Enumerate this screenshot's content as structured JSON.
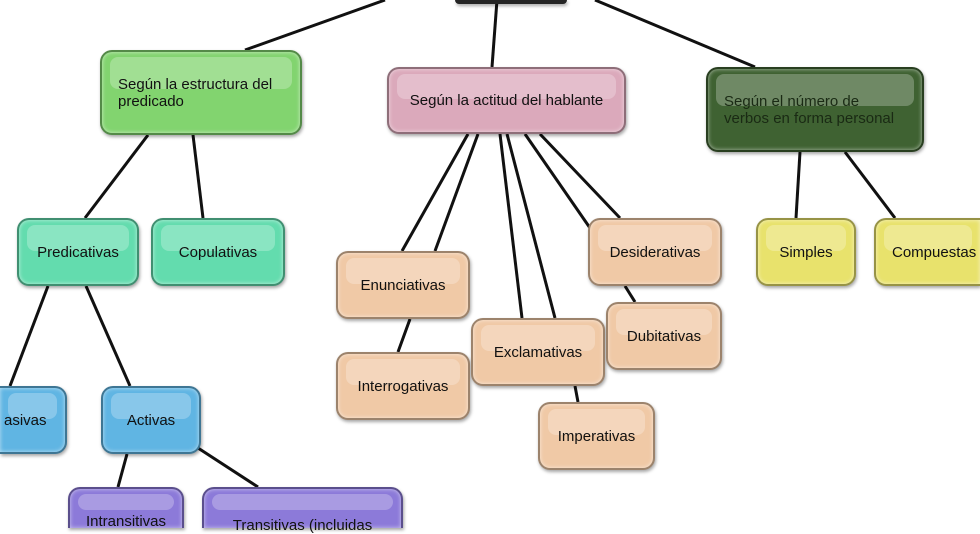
{
  "colors": {
    "root": "#3a3a3a",
    "estructura": "#82d46f",
    "actitud": "#dba9bb",
    "numero": "#3f6232",
    "predicativas": "#63dcae",
    "pasivas": "#60b5e3",
    "intransitivas": "#8c7ad9",
    "tan": "#f0c9a6",
    "yellow": "#e8e26c"
  },
  "nodes": {
    "estructura": "Según la estructura del predicado",
    "actitud": "Según la actitud del hablante",
    "numero": "Según el número de verbos en forma personal",
    "predicativas": "Predicativas",
    "copulativas": "Copulativas",
    "pasivas": "asivas",
    "activas": "Activas",
    "intransitivas": "Intransitivas",
    "transitivas": "Transitivas (incluidas",
    "enunciativas": "Enunciativas",
    "interrogativas": "Interrogativas",
    "exclamativas": "Exclamativas",
    "desiderativas": "Desiderativas",
    "dubitativas": "Dubitativas",
    "imperativas": "Imperativas",
    "simples": "Simples",
    "compuestas": "Compuestas"
  }
}
